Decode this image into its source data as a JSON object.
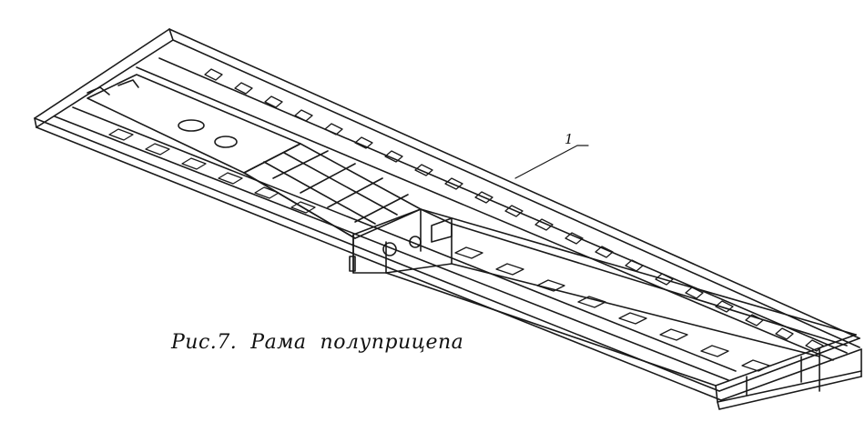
{
  "figure": {
    "caption": "Рис.7.  Рама  полуприцепа",
    "callouts": [
      {
        "label": "1"
      }
    ]
  },
  "colors": {
    "line": "#1a1a1a",
    "background": "#ffffff"
  },
  "icons": {
    "drawing": "semi-trailer-frame-line-drawing"
  }
}
